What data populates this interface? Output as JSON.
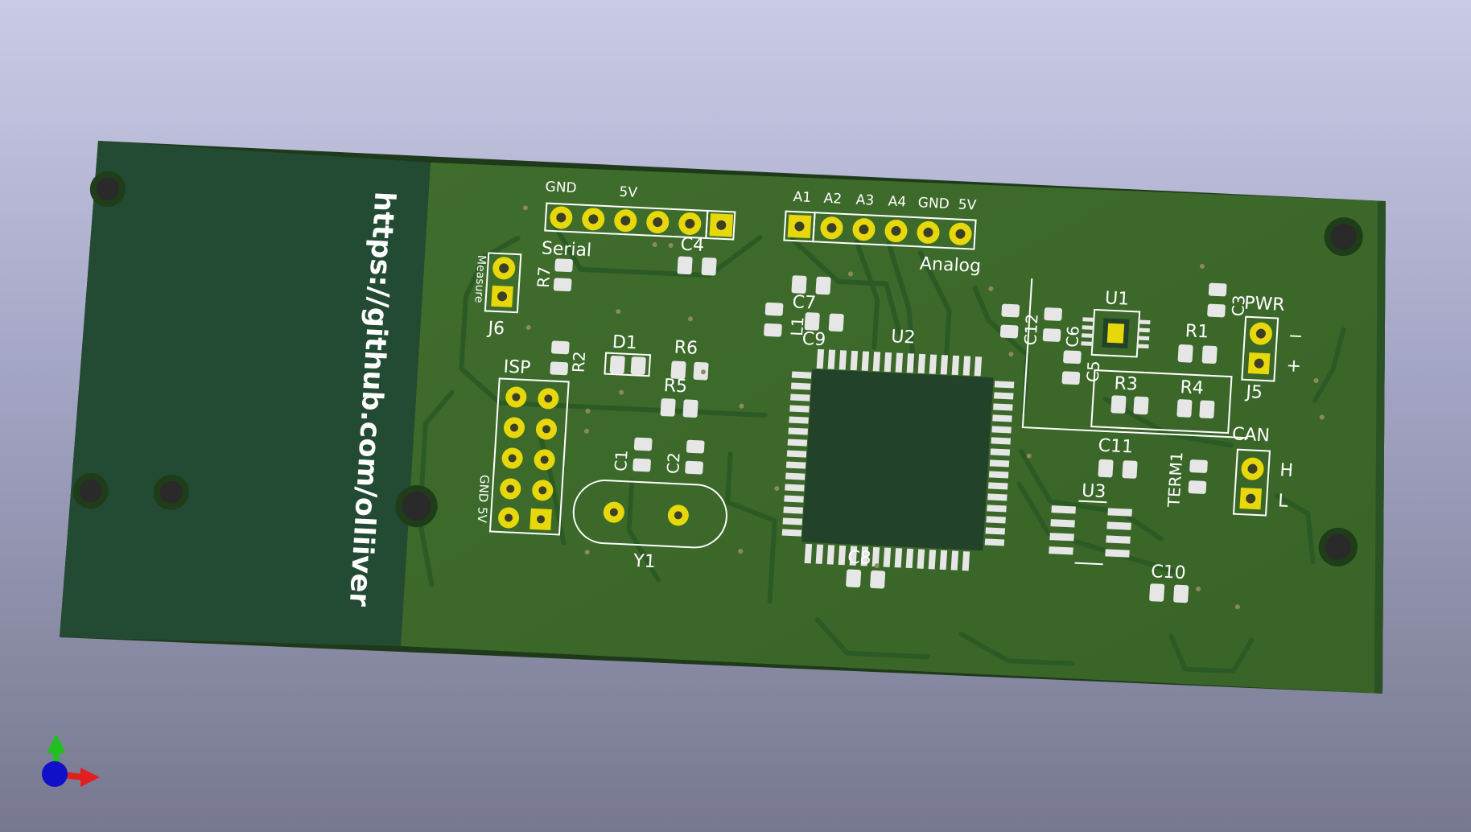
{
  "board": {
    "url": "https://github.com/olliiver",
    "colors": {
      "background_top": "#c9cbe6",
      "background_bottom": "#77788f",
      "soldermask": "#3e6a2c",
      "soldermask_dark": "#22422a",
      "silkscreen": "#ffffff",
      "pad_gold": "#e6d80a",
      "pad_smd": "#e6e6e6"
    },
    "connectors": {
      "serial": {
        "name": "Serial",
        "pin_labels": [
          "GND",
          "5V"
        ]
      },
      "analog": {
        "name": "Analog",
        "pin_labels": [
          "A1",
          "A2",
          "A3",
          "A4",
          "GND",
          "5V"
        ]
      },
      "isp": {
        "name": "ISP",
        "pin_labels": [
          "GND",
          "5V"
        ]
      },
      "measure": {
        "name": "Measure",
        "ref": "J6"
      },
      "power": {
        "name": "PWR",
        "ref": "J5",
        "minus": "−",
        "plus": "+"
      },
      "can": {
        "name": "CAN",
        "high": "H",
        "low": "L"
      }
    },
    "refs": {
      "R1": "R1",
      "R2": "R2",
      "R3": "R3",
      "R4": "R4",
      "R5": "R5",
      "R6": "R6",
      "R7": "R7",
      "C1": "C1",
      "C2": "C2",
      "C3": "C3",
      "C4": "C4",
      "C5": "C5",
      "C6": "C6",
      "C7": "C7",
      "C8": "C8",
      "C9": "C9",
      "C10": "C10",
      "C11": "C11",
      "C12": "C12",
      "D1": "D1",
      "L1": "L1",
      "U1": "U1",
      "U2": "U2",
      "U3": "U3",
      "Y1": "Y1",
      "TERM1": "TERM1"
    }
  },
  "axis_gizmo": {
    "icon": "xyz-axis-icon",
    "x_color": "#e02020",
    "y_color": "#20c020",
    "z_color": "#1010c8"
  }
}
